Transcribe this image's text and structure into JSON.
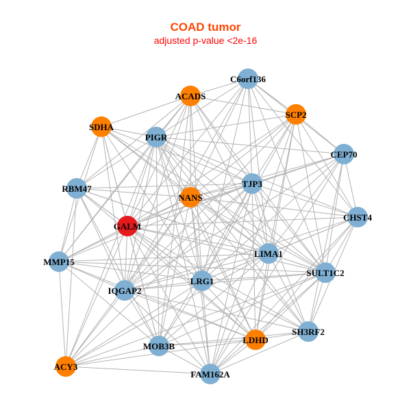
{
  "title": "COAD tumor",
  "subtitle": "adjusted p-value <2e-16",
  "colors": {
    "title": "#ff4500",
    "subtitle": "#ff0000",
    "edge": "#b3b3b3",
    "hub": "#e41a1c",
    "orange": "#ff7f00",
    "blue": "#7fb0d3"
  },
  "nodes": [
    {
      "id": "C6orf136",
      "group": "blue"
    },
    {
      "id": "ACADS",
      "group": "orange"
    },
    {
      "id": "SCP2",
      "group": "orange"
    },
    {
      "id": "SDHA",
      "group": "orange"
    },
    {
      "id": "PIGR",
      "group": "blue"
    },
    {
      "id": "CEP70",
      "group": "blue"
    },
    {
      "id": "RBM47",
      "group": "blue"
    },
    {
      "id": "TJP3",
      "group": "blue"
    },
    {
      "id": "NANS",
      "group": "orange"
    },
    {
      "id": "CHST4",
      "group": "blue"
    },
    {
      "id": "GALM",
      "group": "hub"
    },
    {
      "id": "LIMA1",
      "group": "blue"
    },
    {
      "id": "MMP15",
      "group": "blue"
    },
    {
      "id": "SULT1C2",
      "group": "blue"
    },
    {
      "id": "LRG1",
      "group": "blue"
    },
    {
      "id": "IQGAP2",
      "group": "blue"
    },
    {
      "id": "SH3RF2",
      "group": "blue"
    },
    {
      "id": "LDHD",
      "group": "orange"
    },
    {
      "id": "MOB3B",
      "group": "blue"
    },
    {
      "id": "ACY3",
      "group": "orange"
    },
    {
      "id": "FAM162A",
      "group": "blue"
    }
  ]
}
